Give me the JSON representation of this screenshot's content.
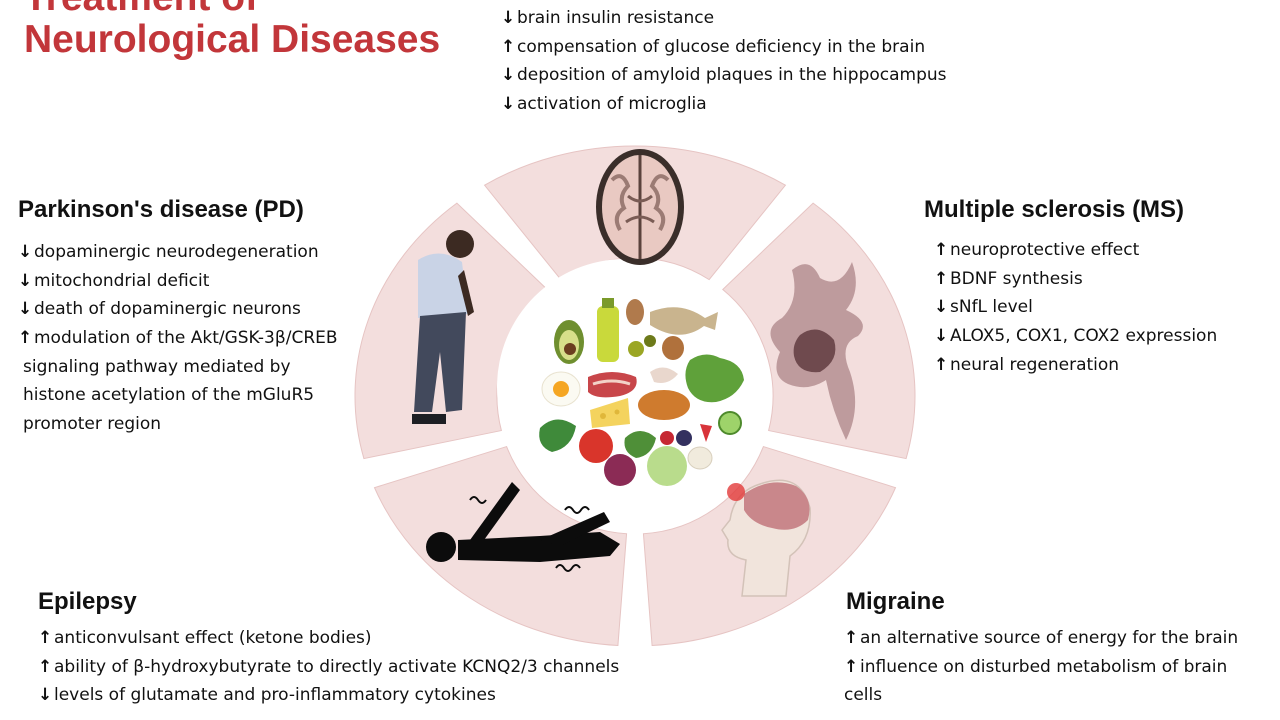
{
  "title": {
    "line1": "Treatment of",
    "line2": "Neurological  Diseases"
  },
  "top": {
    "items": [
      {
        "arrow": "↓",
        "text": "brain insulin resistance"
      },
      {
        "arrow": "↑",
        "text": "compensation of glucose deficiency in the brain"
      },
      {
        "arrow": "↓",
        "text": "deposition of amyloid plaques in the hippocampus"
      },
      {
        "arrow": "↓",
        "text": "activation of microglia"
      }
    ]
  },
  "pd": {
    "heading": "Parkinson's disease (PD)",
    "items": [
      {
        "arrow": "↓",
        "text": "dopaminergic neurodegeneration"
      },
      {
        "arrow": "↓",
        "text": "mitochondrial deficit"
      },
      {
        "arrow": "↓",
        "text": "death of dopaminergic neurons"
      },
      {
        "arrow": "↑",
        "text": "modulation of the Akt/GSK-3β/CREB"
      },
      {
        "arrow": "",
        "text": "signaling pathway mediated by"
      },
      {
        "arrow": "",
        "text": "histone acetylation of the mGluR5"
      },
      {
        "arrow": "",
        "text": "promoter region"
      }
    ]
  },
  "ms": {
    "heading": "Multiple sclerosis (MS)",
    "items": [
      {
        "arrow": "↑",
        "text": "neuroprotective effect"
      },
      {
        "arrow": "↑",
        "text": "BDNF synthesis"
      },
      {
        "arrow": "↓",
        "text": "sNfL level"
      },
      {
        "arrow": "↓",
        "text": "ALOX5, COX1, COX2 expression"
      },
      {
        "arrow": "↑",
        "text": "neural regeneration"
      }
    ]
  },
  "epilepsy": {
    "heading": "Epilepsy",
    "items": [
      {
        "arrow": "↑",
        "text": "anticonvulsant effect (ketone bodies)"
      },
      {
        "arrow": "↑",
        "text": "ability of β-hydroxybutyrate to directly activate KCNQ2/3 channels"
      },
      {
        "arrow": "↓",
        "text": "levels of glutamate and pro-inflammatory cytokines"
      }
    ]
  },
  "migraine": {
    "heading": "Migraine",
    "items": [
      {
        "arrow": "↑",
        "text": "an alternative source of energy for the brain"
      },
      {
        "arrow": "↑",
        "text": "influence on disturbed metabolism of brain"
      },
      {
        "arrow": "",
        "text": "cells"
      }
    ]
  },
  "colors": {
    "title": "#c2363a",
    "segment_fill": "#f3dedd",
    "segment_stroke": "#e6c4c3"
  },
  "icons": {
    "top": "brain-axial-slice-icon",
    "ms": "demyelinated-neuron-icon",
    "migraine": "head-migraine-icon",
    "epilepsy": "seizure-person-icon",
    "pd": "elderly-parkinson-person-icon",
    "center": "ketogenic-food-plate-icon"
  }
}
